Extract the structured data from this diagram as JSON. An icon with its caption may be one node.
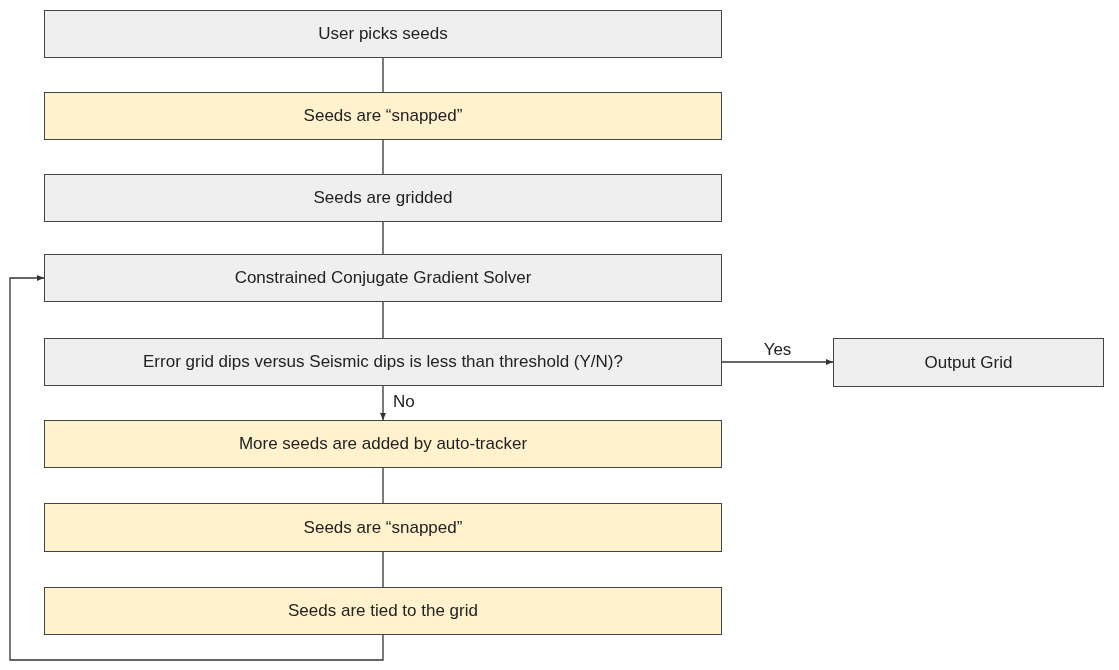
{
  "diagram": {
    "nodes": [
      {
        "text": [
          "User picks seeds"
        ]
      },
      {
        "text": [
          "Seeds are “snapped”"
        ]
      },
      {
        "text": [
          "Seeds are gridded"
        ]
      },
      {
        "text": [
          "Constrained Conjugate Gradient Solver"
        ]
      },
      {
        "text": [
          "Error grid dips versus Seismic dips is less than threshold (Y/N)?"
        ]
      },
      {
        "text": [
          "Output Grid"
        ]
      },
      {
        "text": [
          "More seeds are added by auto-tracker"
        ]
      },
      {
        "text": [
          "Seeds are “snapped”"
        ]
      },
      {
        "text": [
          "Seeds are tied to the grid"
        ]
      }
    ],
    "edges": [
      {
        "from": 0,
        "to": 1,
        "arrow": "none"
      },
      {
        "from": 1,
        "to": 2,
        "arrow": "none"
      },
      {
        "from": 2,
        "to": 3,
        "arrow": "none"
      },
      {
        "from": 3,
        "to": 4,
        "arrow": "none"
      },
      {
        "from": 4,
        "to": 5,
        "arrow": "to",
        "label": "Yes"
      },
      {
        "from": 4,
        "to": 6,
        "arrow": "to",
        "label": "No"
      },
      {
        "from": 6,
        "to": 7,
        "arrow": "none"
      },
      {
        "from": 7,
        "to": 8,
        "arrow": "none"
      },
      {
        "from": 8,
        "to": 3,
        "arrow": "to"
      }
    ]
  }
}
